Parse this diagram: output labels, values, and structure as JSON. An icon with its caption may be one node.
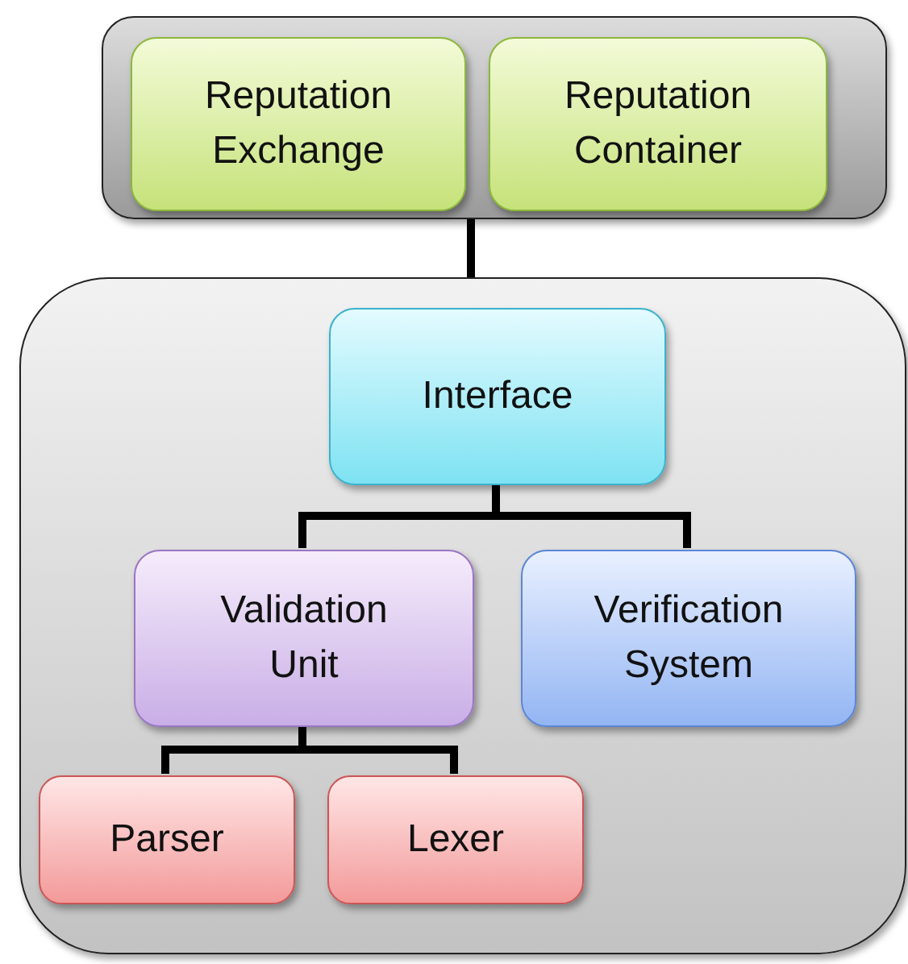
{
  "diagram": {
    "nodes": [
      {
        "text": [],
        "shape": "box"
      },
      {
        "text": [
          "Reputation Exchange"
        ],
        "in": 0
      },
      {
        "text": [
          "Reputation Container"
        ],
        "in": 0
      },
      {
        "text": [],
        "shape": "box"
      },
      {
        "text": [
          "Interface"
        ],
        "in": 3
      },
      {
        "text": [
          "Validation Unit"
        ],
        "in": 3
      },
      {
        "text": [
          "Verification System"
        ],
        "in": 3
      },
      {
        "text": [
          "Parser"
        ],
        "in": 3
      },
      {
        "text": [
          "Lexer"
        ],
        "in": 3
      }
    ],
    "edges": [
      {
        "from": 0,
        "to": 3,
        "arrow": "none"
      },
      {
        "from": 4,
        "to": 5,
        "arrow": "none"
      },
      {
        "from": 4,
        "to": 6,
        "arrow": "none"
      },
      {
        "from": 5,
        "to": 7,
        "arrow": "none"
      },
      {
        "from": 5,
        "to": 8,
        "arrow": "none"
      }
    ]
  }
}
